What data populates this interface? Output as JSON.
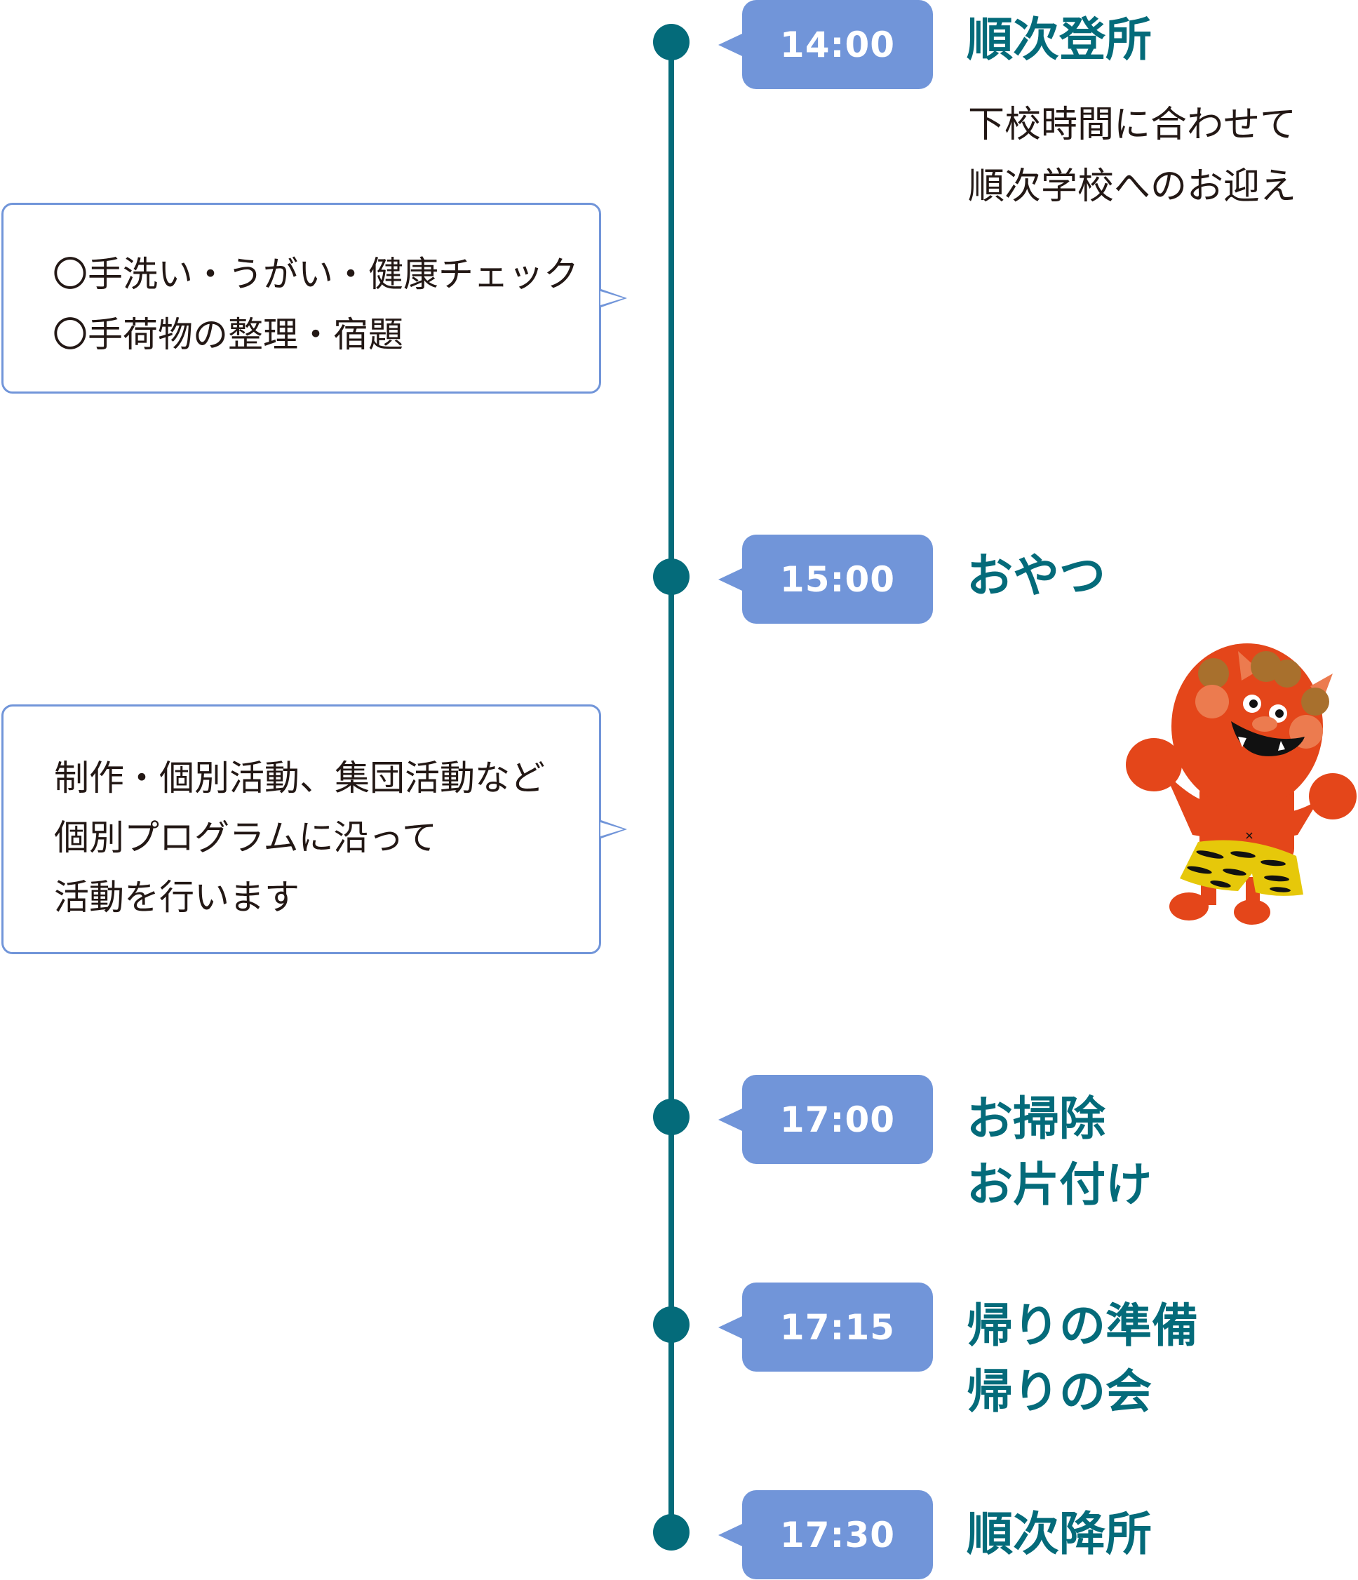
{
  "schedule": [
    {
      "time": "14:00",
      "title": [
        "順次登所"
      ],
      "description": [
        "下校時間に合わせて",
        "順次学校へのお迎え"
      ]
    },
    {
      "time": "15:00",
      "title": [
        "おやつ"
      ],
      "description": []
    },
    {
      "time": "17:00",
      "title": [
        "お掃除",
        "お片付け"
      ],
      "description": []
    },
    {
      "time": "17:15",
      "title": [
        "帰りの準備",
        "帰りの会"
      ],
      "description": []
    },
    {
      "time": "17:30",
      "title": [
        "順次降所"
      ],
      "description": []
    }
  ],
  "notes": [
    {
      "lines": [
        "〇手洗い・うがい・健康チェック",
        "〇手荷物の整理・宿題"
      ]
    },
    {
      "lines": [
        "制作・個別活動、集団活動など",
        "個別プログラムに沿って",
        "活動を行います"
      ]
    }
  ],
  "illustration": {
    "icon": "red-oni-character-icon"
  },
  "colors": {
    "timeline": "#046b7a",
    "time_badge": "#7195d9",
    "title_text": "#046b7a",
    "body_text": "#231815",
    "note_border": "#7195d9"
  }
}
